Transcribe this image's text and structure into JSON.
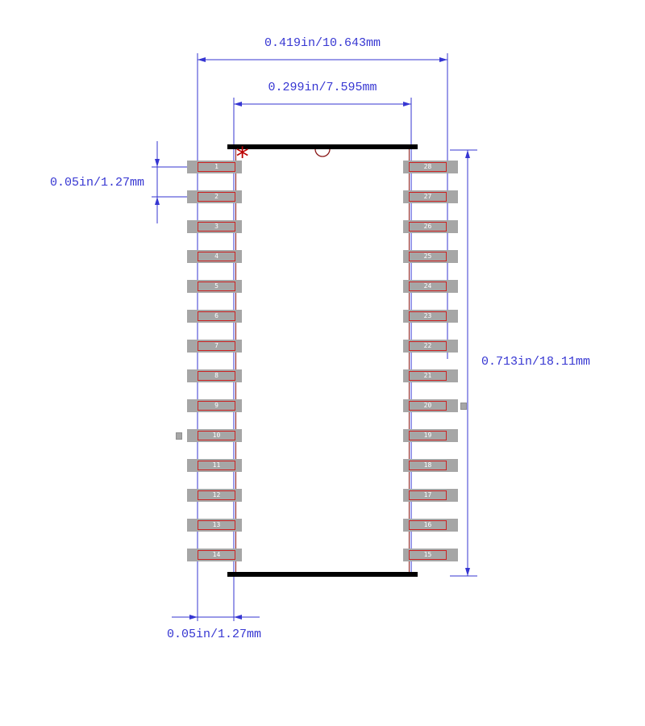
{
  "dimensions": {
    "overall_width": "0.419in/10.643mm",
    "body_width": "0.299in/7.595mm",
    "pin_pitch": "0.05in/1.27mm",
    "overall_height": "0.713in/18.11mm",
    "bottom_offset": "0.05in/1.27mm"
  },
  "pins": {
    "left": [
      "1",
      "2",
      "3",
      "4",
      "5",
      "6",
      "7",
      "8",
      "9",
      "10",
      "11",
      "12",
      "13",
      "14"
    ],
    "right": [
      "28",
      "27",
      "26",
      "25",
      "24",
      "23",
      "22",
      "21",
      "20",
      "19",
      "18",
      "17",
      "16",
      "15"
    ]
  },
  "markers": {
    "pin1_indicator": "*"
  },
  "colors": {
    "dimension": "#3636d2",
    "pad_fill": "#a6a6a6",
    "pad_outline": "#cc2222",
    "pad_text": "#ffffff",
    "body_bars": "#000000",
    "body_outline": "#8b1a1a",
    "asterisk": "#bb0000"
  }
}
